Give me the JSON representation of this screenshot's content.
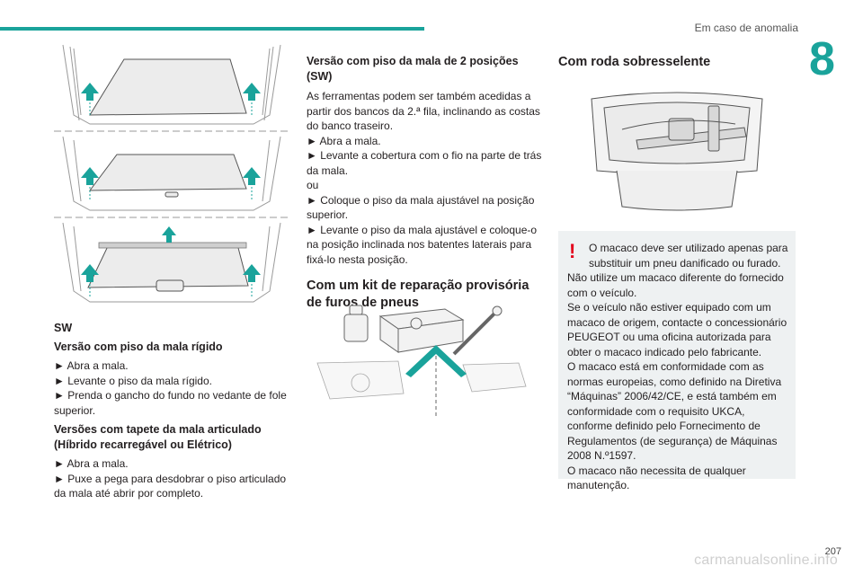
{
  "header": {
    "section_title": "Em caso de anomalia",
    "chapter_number": "8"
  },
  "col1": {
    "sw_label": "SW",
    "h_rigid": "Versão com piso da mala rígido",
    "rigid_steps": [
      "► Abra a mala.",
      "► Levante o piso da mala rígido.",
      "► Prenda o gancho do fundo no vedante de fole superior."
    ],
    "h_articulated": "Versões com tapete da mala articulado (Híbrido recarregável ou Elétrico)",
    "articulated_steps": [
      "► Abra a mala.",
      "► Puxe a pega para desdobrar o piso articulado da mala até abrir por completo."
    ]
  },
  "col2": {
    "h_two_pos": "Versão com piso da mala de 2 posições (SW)",
    "two_pos_lines": [
      "As ferramentas podem ser também acedidas a partir dos bancos da 2.ª fila, inclinando as costas do banco traseiro.",
      "► Abra a mala.",
      "► Levante a cobertura com o fio na parte de trás da mala.",
      "ou",
      "► Coloque o piso da mala ajustável na posição superior.",
      "► Levante o piso da mala ajustável e coloque-o na posição inclinada nos batentes laterais para fixá-lo nesta posição."
    ],
    "h_kit": "Com um kit de reparação provisória de furos de pneus"
  },
  "col3": {
    "h_spare": "Com roda sobresselente",
    "warning_mark": "!",
    "warning_lines": [
      "O macaco deve ser utilizado apenas para substituir um pneu danificado ou furado.",
      "Não utilize um macaco diferente do fornecido com o veículo.",
      "Se o veículo não estiver equipado com um macaco de origem, contacte o concessionário PEUGEOT ou uma oficina autorizada para obter o macaco indicado pelo fabricante.",
      "O macaco está em conformidade com as normas europeias, como definido na Diretiva “Máquinas” 2006/42/CE, e está também em conformidade com o requisito UKCA, conforme definido pelo Fornecimento de Regulamentos (de segurança) de Máquinas 2008 N.º1597.",
      "O macaco não necessita de qualquer manutenção."
    ]
  },
  "footer": {
    "page_number": "207",
    "watermark": "carmanualsonline.info"
  },
  "colors": {
    "accent": "#1aa39b",
    "warning": "#e3001b",
    "panel": "#eef1f2"
  }
}
